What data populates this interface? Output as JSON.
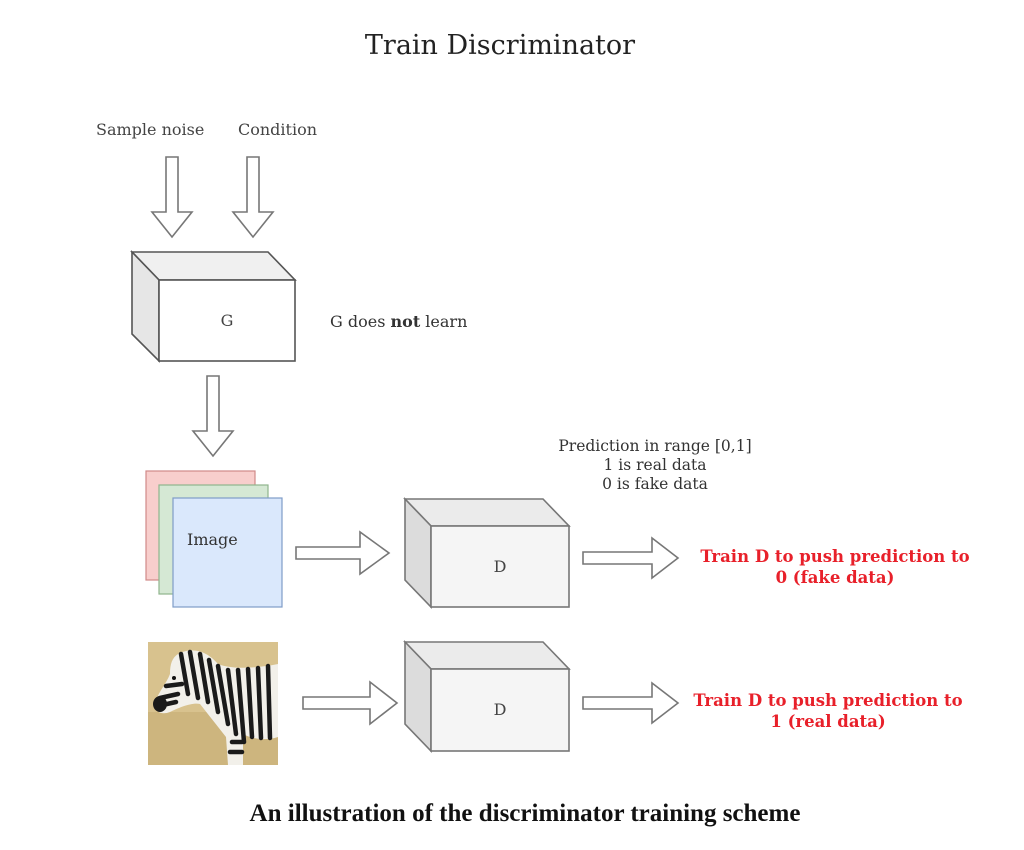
{
  "title": "Train Discriminator",
  "inputs": {
    "noise_label": "Sample noise",
    "condition_label": "Condition"
  },
  "generator": {
    "label": "G",
    "note_prefix": "G does ",
    "note_bold": "not",
    "note_suffix": " learn"
  },
  "fake_image": {
    "label": "Image",
    "layer_colors": [
      "#f8cecc",
      "#d5e8d4",
      "#dae8fc"
    ]
  },
  "real_image": {
    "description": "zebra photo"
  },
  "prediction_note": {
    "line1": "Prediction in range [0,1]",
    "line2": "1 is real data",
    "line3": "0 is fake data"
  },
  "discriminator_fake": {
    "label": "D",
    "target_line1": "Train D to push prediction to",
    "target_line2": "0 (fake data)"
  },
  "discriminator_real": {
    "label": "D",
    "target_line1": "Train D to push prediction to",
    "target_line2": "1 (real data)"
  },
  "caption": "An illustration of the discriminator training scheme",
  "colors": {
    "accent_red": "#e8202a",
    "box_front": "#f5f5f5",
    "box_side": "#e0e0e0",
    "stroke": "#666666"
  }
}
